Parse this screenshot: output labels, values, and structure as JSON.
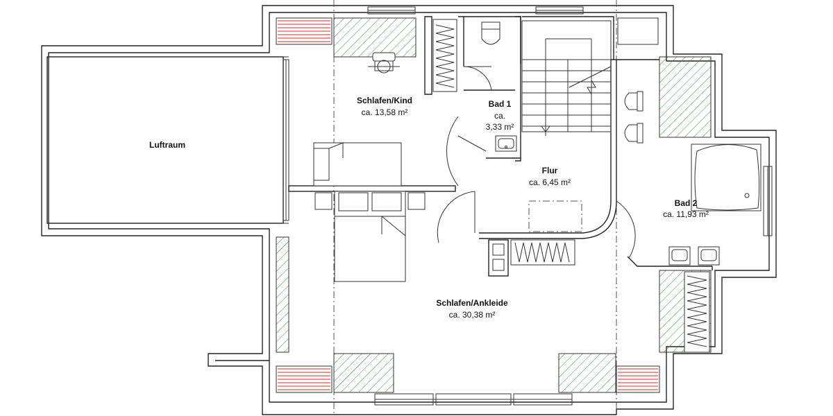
{
  "plan": {
    "rooms": [
      {
        "id": "luftraum",
        "name": "Luftraum",
        "area": ""
      },
      {
        "id": "schlafen-kind",
        "name": "Schlafen/Kind",
        "area": "ca. 13,58 m²"
      },
      {
        "id": "bad-1",
        "name": "Bad 1",
        "area_line1": "ca.",
        "area_line2": "3,33 m²"
      },
      {
        "id": "flur",
        "name": "Flur",
        "area": "ca. 6,45 m²"
      },
      {
        "id": "bad-2",
        "name": "Bad 2",
        "area": "ca. 11,93 m²"
      },
      {
        "id": "schlafen-ankleide",
        "name": "Schlafen/Ankleide",
        "area": "ca. 30,38 m²"
      }
    ]
  },
  "colors": {
    "wall": "#222222",
    "hatch_green": "#2e9a3a",
    "hatch_red": "#d42a2a",
    "background": "#ffffff"
  }
}
